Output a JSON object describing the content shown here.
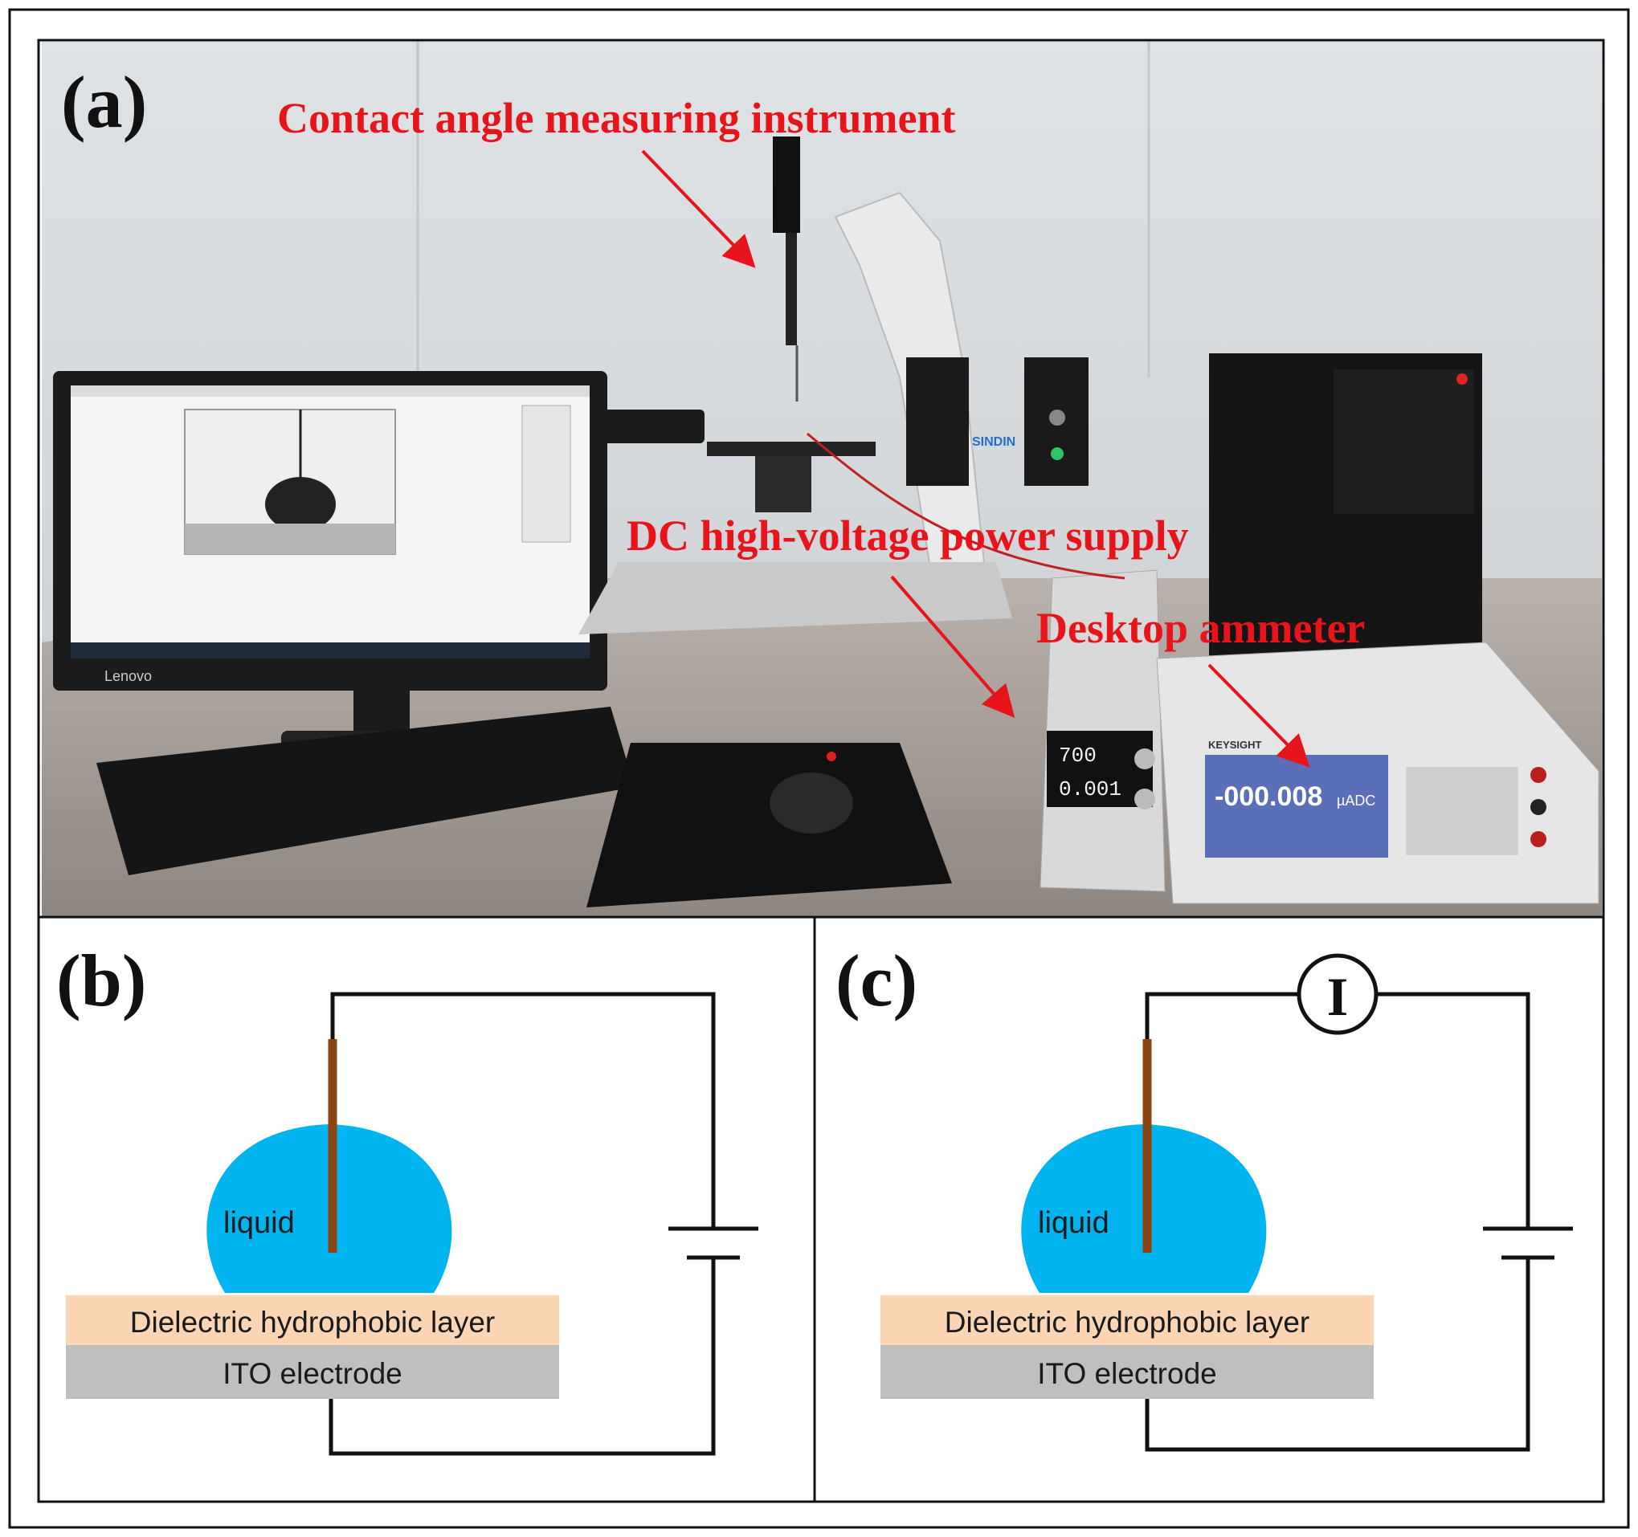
{
  "panels": {
    "a": {
      "label": "(a)",
      "callouts": [
        {
          "id": "contact-angle",
          "text": "Contact angle measuring instrument"
        },
        {
          "id": "dc-power",
          "text": "DC high-voltage power supply"
        },
        {
          "id": "ammeter",
          "text": "Desktop ammeter"
        }
      ],
      "screen_readouts": {
        "power_supply_voltage": "700",
        "power_supply_current": "0.001",
        "ammeter_reading": "-000.008",
        "ammeter_unit": "µADC",
        "ammeter_brand": "KEYSIGHT",
        "monitor_brand": "Lenovo",
        "instrument_brand": "SINDIN"
      }
    },
    "b": {
      "label": "(b)",
      "drop_label": "liquid",
      "layer_label": "Dielectric hydrophobic layer",
      "electrode_label": "ITO electrode"
    },
    "c": {
      "label": "(c)",
      "drop_label": "liquid",
      "layer_label": "Dielectric hydrophobic layer",
      "electrode_label": "ITO electrode",
      "meter_symbol": "I"
    }
  },
  "colors": {
    "liquid": "#00b4ef",
    "dielectric_layer": "#fcd5b5",
    "ito_electrode": "#bfbfbf",
    "electrode_wire": "#8b4513",
    "callout_red": "#e8141b"
  }
}
